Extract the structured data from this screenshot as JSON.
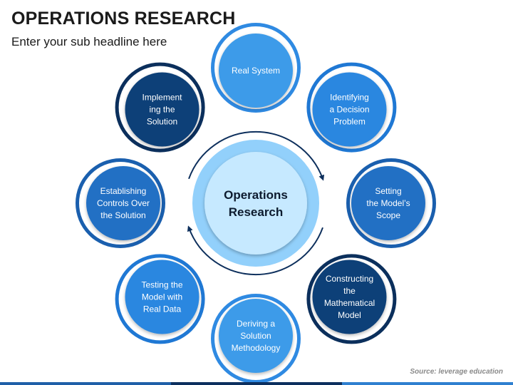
{
  "header": {
    "title": "OPERATIONS RESEARCH",
    "subtitle": "Enter your sub headline here"
  },
  "center": {
    "lines": [
      "Operations",
      "Research"
    ]
  },
  "nodes": [
    {
      "lines": [
        "Real System"
      ]
    },
    {
      "lines": [
        "Identifying",
        "a Decision",
        "Problem"
      ]
    },
    {
      "lines": [
        "Setting",
        "the Model’s",
        "Scope"
      ]
    },
    {
      "lines": [
        "Constructing",
        "the",
        "Mathematical",
        "Model"
      ]
    },
    {
      "lines": [
        "Deriving a",
        "Solution",
        "Methodology"
      ]
    },
    {
      "lines": [
        "Testing the",
        "Model with",
        "Real Data"
      ]
    },
    {
      "lines": [
        "Establishing",
        "Controls Over",
        "the Solution"
      ]
    },
    {
      "lines": [
        "Implement",
        "ing the",
        "Solution"
      ]
    }
  ],
  "footer": {
    "source": "Source: leverage education"
  },
  "colors": {
    "node_fills": [
      "#3d9be9",
      "#2b87e0",
      "#2170c4",
      "#0f3f78",
      "#3d9be9",
      "#2b87e0",
      "#2170c4",
      "#0f3f78"
    ],
    "node_rings": [
      "#2f8ae2",
      "#1f78d4",
      "#1a5fae",
      "#0b2f5c",
      "#2f8ae2",
      "#1f78d4",
      "#1a5fae",
      "#0b2f5c"
    ],
    "center_outer": "#92d0fb",
    "center_inner": "#c6e9ff",
    "orbit_line": "#0d2f5c"
  }
}
